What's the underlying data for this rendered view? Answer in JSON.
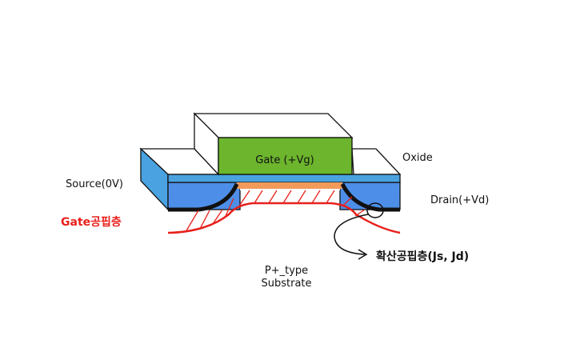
{
  "labels": {
    "gate": "Gate (+Vg)",
    "oxide": "Oxide",
    "source": "Source(0V)",
    "drain": "Drain(+Vd)",
    "gate_depletion": "Gate공핍층",
    "diffusion_depletion": "확산공핍층(Js, Jd)",
    "substrate_line1": "P+_type",
    "substrate_line2": "Substrate"
  },
  "colors": {
    "gate_front": "#6cb52d",
    "gate_top": "#ffffff",
    "oxide_blue": "#4aa3e0",
    "source_drain_blue": "#4d8fe8",
    "channel_orange": "#f29a5a",
    "depletion_red": "#e8201c",
    "outline": "#111111"
  }
}
